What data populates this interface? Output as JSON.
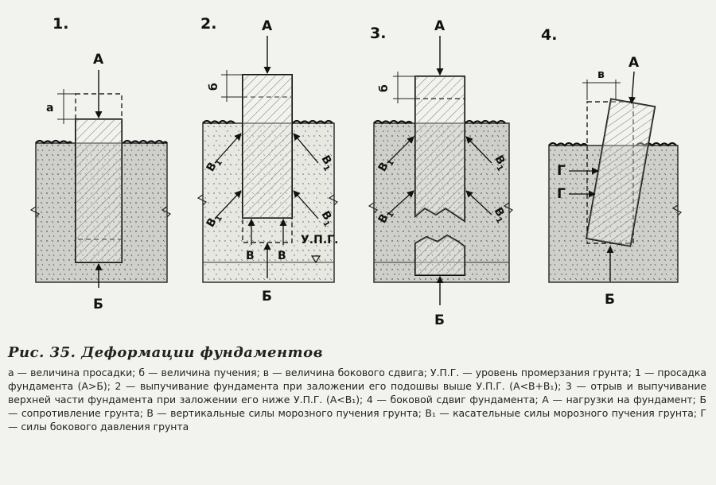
{
  "panels": [
    {
      "number": "1.",
      "labels": {
        "top_load": "А",
        "subsidence": "а",
        "bottom": "Б"
      }
    },
    {
      "number": "2.",
      "labels": {
        "top_load": "А",
        "heave": "б",
        "tangential": "В",
        "tangential_sub": "1",
        "vertical": "В",
        "frost_level": "У.П.Г.",
        "bottom": "Б"
      }
    },
    {
      "number": "3.",
      "labels": {
        "top_load": "А",
        "heave": "б",
        "tangential": "В",
        "tangential_sub": "1",
        "bottom": "Б"
      }
    },
    {
      "number": "4.",
      "labels": {
        "top_load": "А",
        "shift": "в",
        "lateral": "Г"
      }
    }
  ],
  "caption": {
    "title": "Рис. 35. Деформации фундаментов",
    "text": "а — величина просадки; б — величина пучения; в — величина бокового сдвига; У.П.Г. — уровень промерзания грунта; 1 — просадка фундамента (А>Б); 2 — выпучивание фундамента при заложении его подошвы выше У.П.Г. (А<В+В₁); 3 — отрыв и выпучивание верхней части фундамента при заложении его ниже У.П.Г. (А<В₁); 4 — боковой сдвиг фундамента; А — нагрузки на фундамент; Б — сопротивление грунта; В — вертикальные силы морозного пучения грунта; В₁ — касательные силы морозного пучения грунта; Г — силы бокового давления грунта"
  },
  "colors": {
    "soil": "#cfcfcb",
    "soil_light": "#e8e8e2",
    "ink": "#1a1a1a",
    "background": "#f2f2ee"
  }
}
